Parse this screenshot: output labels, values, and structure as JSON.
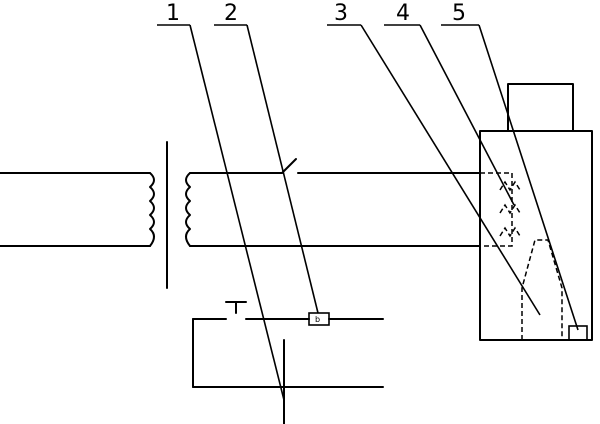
{
  "labels": {
    "l1": "1",
    "l2": "2",
    "l3": "3",
    "l4": "4",
    "l5": "5"
  },
  "fuse_text": "b"
}
